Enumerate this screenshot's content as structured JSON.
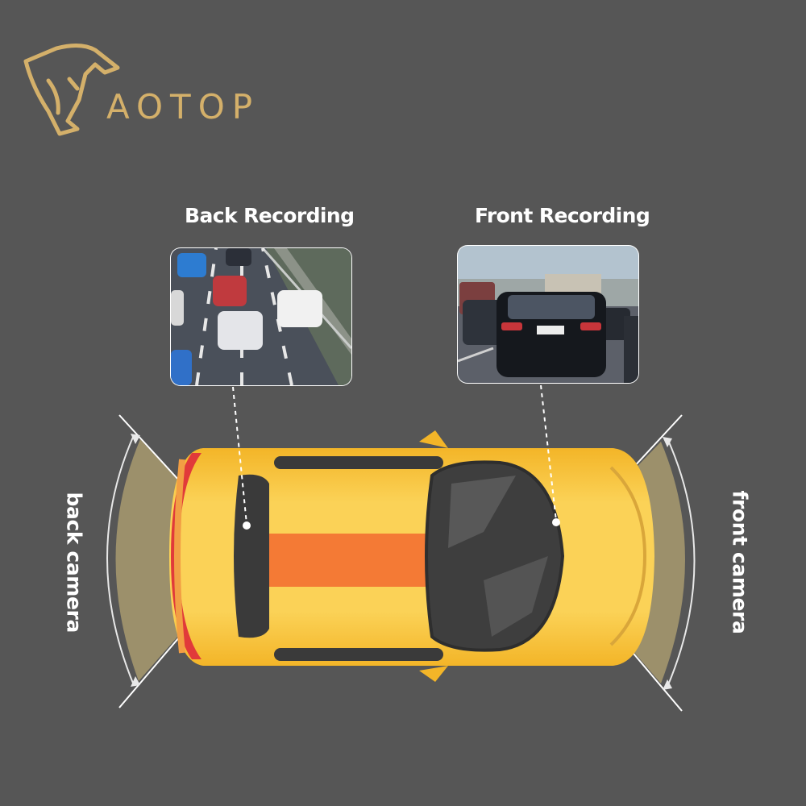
{
  "brand": {
    "name": "AOTOP",
    "logo_icon": "horse-head-logo-icon",
    "color": "#d4b06a"
  },
  "back_recording": {
    "title": "Back Recording",
    "preview_icon": "traffic-behind-preview"
  },
  "front_recording": {
    "title": "Front Recording",
    "preview_icon": "car-ahead-preview"
  },
  "back_camera": {
    "label": "back camera"
  },
  "front_camera": {
    "label": "front camera"
  },
  "colors": {
    "background": "#565656",
    "car_body": "#f6c238",
    "car_stripe": "#f47a35",
    "glass": "#3e3e3e",
    "camera_beam": "#a89a6e"
  }
}
